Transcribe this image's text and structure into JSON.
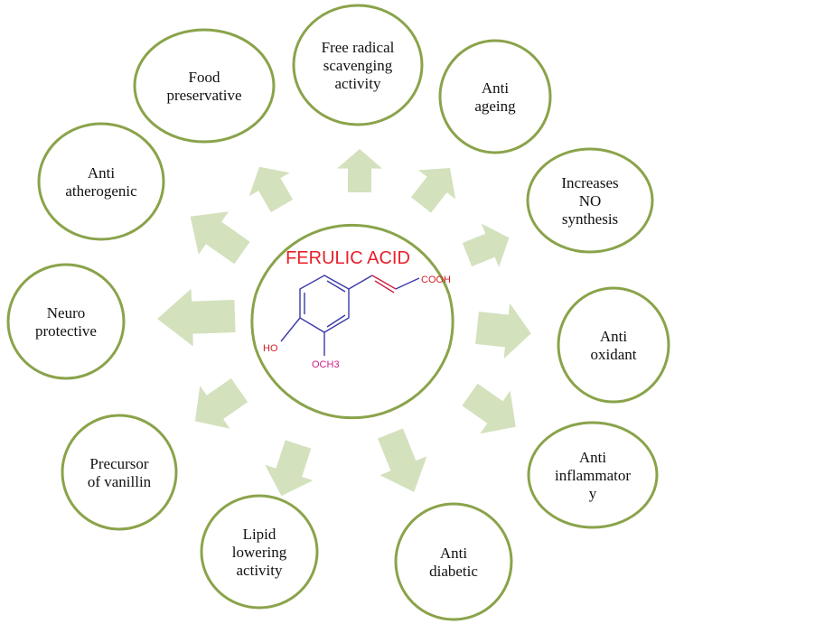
{
  "center": {
    "title": "FERULIC ACID",
    "labels": {
      "cooh": "COOH",
      "ho": "HO",
      "och3": "OCH3"
    }
  },
  "nodes": [
    {
      "id": "free-radical",
      "lines": [
        "Free radical",
        "scavenging",
        "activity"
      ]
    },
    {
      "id": "anti-ageing",
      "lines": [
        "Anti",
        "ageing"
      ]
    },
    {
      "id": "no-synthesis",
      "lines": [
        "Increases",
        "NO",
        "synthesis"
      ]
    },
    {
      "id": "anti-oxidant",
      "lines": [
        "Anti",
        "oxidant"
      ]
    },
    {
      "id": "anti-inflammatory",
      "lines": [
        "Anti",
        "inflammator",
        "y"
      ]
    },
    {
      "id": "anti-diabetic",
      "lines": [
        "Anti",
        "diabetic"
      ]
    },
    {
      "id": "lipid-lowering",
      "lines": [
        "Lipid",
        "lowering",
        "activity"
      ]
    },
    {
      "id": "vanillin",
      "lines": [
        "Precursor",
        "of vanillin"
      ]
    },
    {
      "id": "neuro-protective",
      "lines": [
        "Neuro",
        "protective"
      ]
    },
    {
      "id": "anti-atherogenic",
      "lines": [
        "Anti",
        "atherogenic"
      ]
    },
    {
      "id": "food-preservative",
      "lines": [
        "Food",
        "preservative"
      ]
    }
  ],
  "colors": {
    "ring": "#8aa34a",
    "arrow": "#d3e1bd",
    "title": "#e8202a",
    "bond": "#3a3aa8"
  }
}
